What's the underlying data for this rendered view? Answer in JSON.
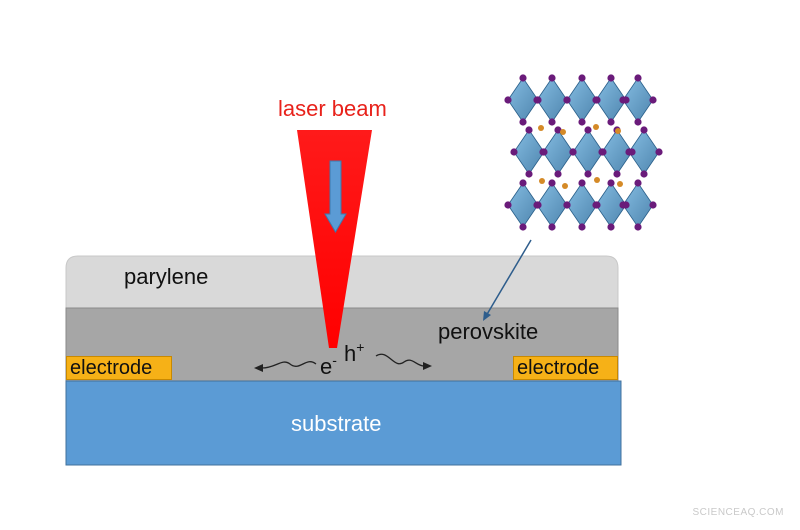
{
  "labels": {
    "laser": "laser beam",
    "parylene": "parylene",
    "perovskite": "perovskite",
    "substrate": "substrate",
    "electrode_left": "electrode",
    "electrode_right": "electrode",
    "electron": "e",
    "electron_sup": "-",
    "hole": "h",
    "hole_sup": "+"
  },
  "watermark": "SCIENCEAQ.COM",
  "colors": {
    "laser": "#ff1a1a",
    "parylene": "#d9d9d9",
    "perovskite": "#a6a6a6",
    "substrate": "#5b9bd5",
    "electrode": "#f6b117",
    "crystal_octahedra": "#4a90c2",
    "crystal_atoms": "#6a1b7a",
    "crystal_cations": "#d58a27"
  }
}
